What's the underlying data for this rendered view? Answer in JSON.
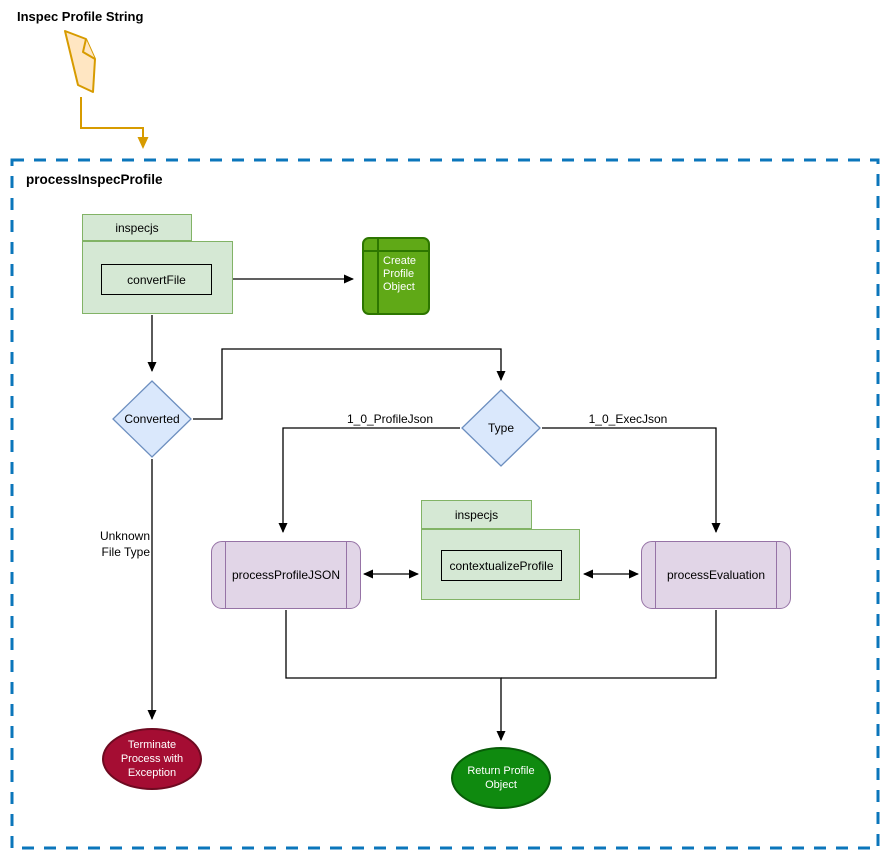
{
  "external": {
    "input_label": "Inspec Profile String"
  },
  "process_box": {
    "title": "processInspecProfile"
  },
  "nodes": {
    "inspecjs_top": {
      "tab_label": "inspecjs",
      "function_label": "convertFile"
    },
    "create_profile_object": {
      "label": "Create Profile Object"
    },
    "converted_decision": {
      "label": "Converted"
    },
    "type_decision": {
      "label": "Type"
    },
    "process_profile_json": {
      "label": "processProfileJSON"
    },
    "inspecjs_mid": {
      "tab_label": "inspecjs",
      "function_label": "contextualizeProfile"
    },
    "process_evaluation": {
      "label": "processEvaluation"
    },
    "terminate": {
      "label": "Terminate Process with Exception"
    },
    "return_profile": {
      "label": "Return Profile Object"
    }
  },
  "edge_labels": {
    "profile_json": "1_0_ProfileJson",
    "exec_json": "1_0_ExecJson",
    "unknown_file_type": "Unknown File Type"
  },
  "colors": {
    "dashed_container": "#0b76bb",
    "orange_accent": "#d79b00",
    "note_fill": "#ffe6c2",
    "package_fill": "#d5e8d4",
    "package_stroke": "#82b366",
    "decision_fill": "#dae8fc",
    "decision_stroke": "#6c8ebf",
    "process_fill": "#e1d5e7",
    "process_stroke": "#9673a6",
    "create_fill": "#60a917",
    "create_stroke": "#2d7600",
    "terminate_fill": "#a50d33",
    "terminate_stroke": "#6e0a21",
    "return_fill": "#0f8a0f",
    "return_stroke": "#085c08",
    "connector": "#000000"
  }
}
